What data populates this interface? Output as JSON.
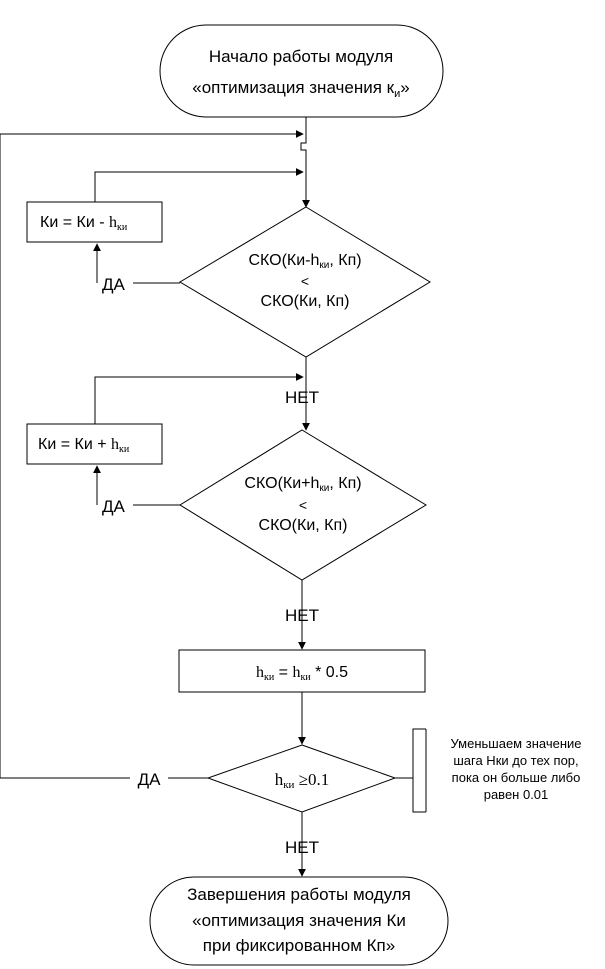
{
  "start": {
    "line1": "Начало работы модуля",
    "line2_prefix": "«оптимизация значения к",
    "line2_sub": "и",
    "line2_suffix": "»"
  },
  "box1": {
    "prefix": "Ки = Ки - ",
    "h": "h",
    "h_sub": "ки"
  },
  "decision1": {
    "l1_prefix": "СКО(Ки-h",
    "l1_sub": "ки",
    "l1_suffix": ", Кп)",
    "op": "<",
    "l3": "СКО(Ки, Кп)"
  },
  "label_yes1": "ДА",
  "label_no1": "НЕТ",
  "box2": {
    "prefix": "Ки = Ки + ",
    "h": "h",
    "h_sub": "ки"
  },
  "decision2": {
    "l1_prefix": "СКО(Ки+h",
    "l1_sub": "ки",
    "l1_suffix": ", Кп)",
    "op": "<",
    "l3": "СКО(Ки, Кп)"
  },
  "label_yes2": "ДА",
  "label_no2": "НЕТ",
  "step": {
    "h1": "h",
    "h1_sub": "ки",
    "eq": " = ",
    "h2": "h",
    "h2_sub": "ки",
    "tail": " * 0.5"
  },
  "decision3": {
    "h": "h",
    "h_sub": "ки",
    "rest": " ≥0.1"
  },
  "label_yes3": "ДА",
  "label_no3": "НЕТ",
  "note": {
    "l1": "Уменьшаем значение",
    "l2": "шага Нки до тех пор,",
    "l3": "пока он больше либо",
    "l4": "равен 0.01"
  },
  "end": {
    "l1": "Завершения работы модуля",
    "l2": "«оптимизация значения Ки",
    "l3": "при фиксированном Кп»"
  }
}
